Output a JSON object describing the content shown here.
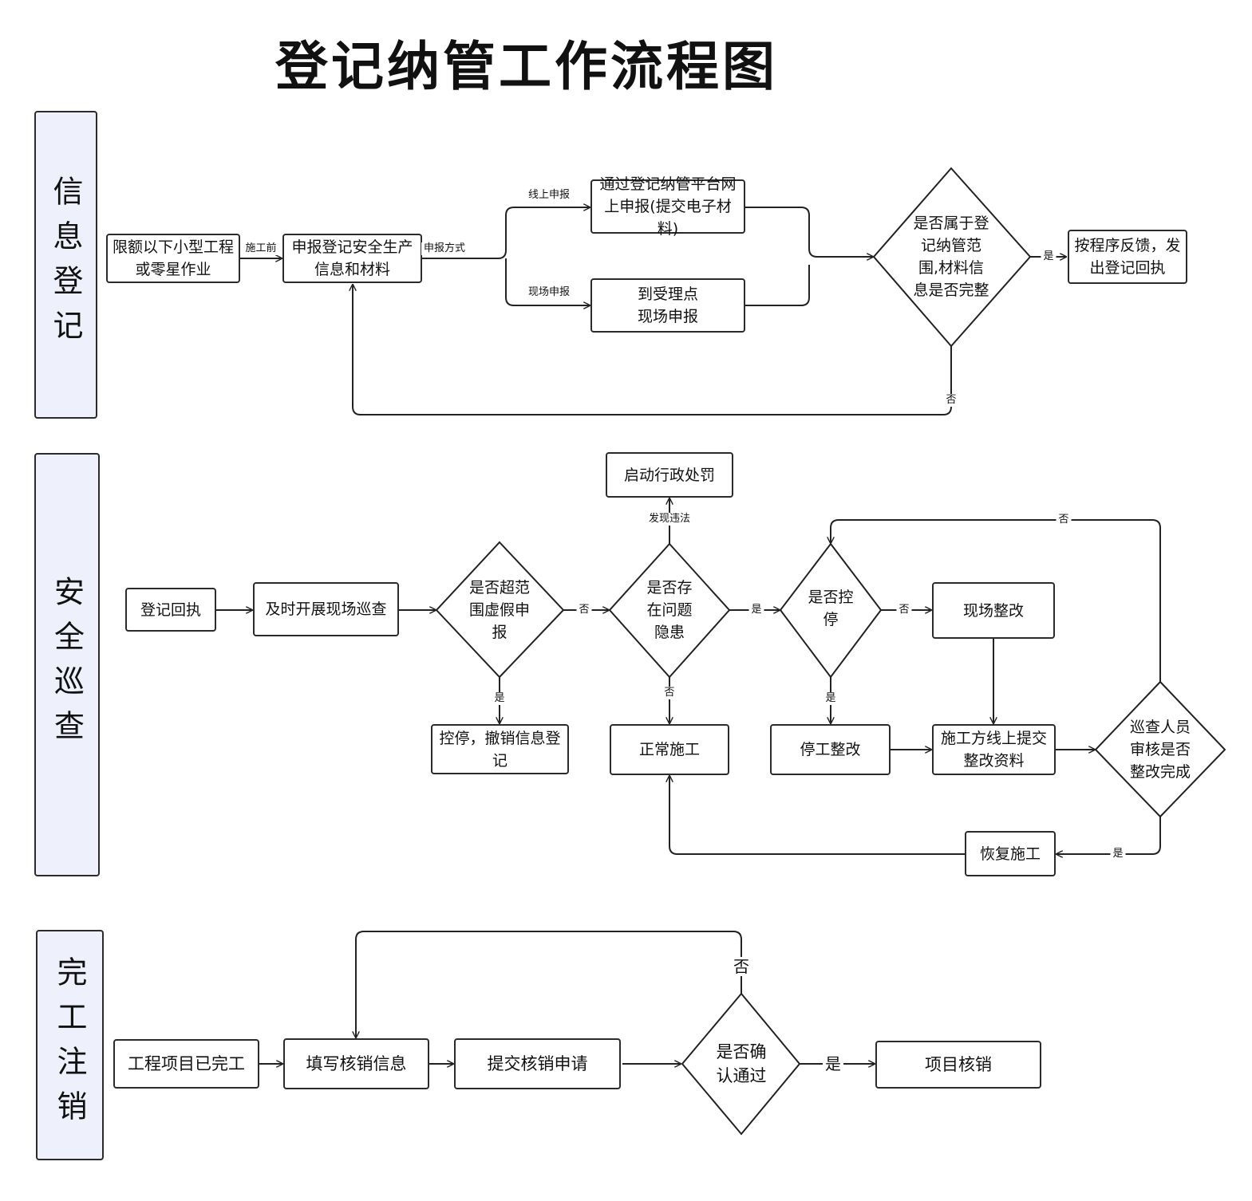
{
  "title": "登记纳管工作流程图",
  "lanes": {
    "registration": "信息登记",
    "inspection": "安全巡查",
    "cancellation": "完工注销"
  },
  "nodes": {
    "small_project": "限额以下小型工程\n或零星作业",
    "declare_info": "申报登记安全生产\n信息和材料",
    "online_submit": "通过登记纳管平台网\n上申报(提交电子材料)",
    "onsite_submit": "到受理点\n现场申报",
    "scope_check": "是否属于登\n记纳管范\n围,材料信\n息是否完整",
    "feedback_receipt": "按程序反馈，发\n出登记回执",
    "receipt": "登记回执",
    "patrol": "及时开展现场巡查",
    "false_report_check": "是否超范\n围虚假申\n报",
    "stop_revoke": "控停，撤销信息登\n记",
    "admin_penalty": "启动行政处罚",
    "hazard_check": "是否存\n在问题\n隐患",
    "normal_construction": "正常施工",
    "stop_check": "是否控\n停",
    "onsite_rectify": "现场整改",
    "stop_rectify": "停工整改",
    "submit_rectify_docs": "施工方线上提交\n整改资料",
    "review_check": "巡查人员\n审核是否\n整改完成",
    "resume": "恢复施工",
    "project_done": "工程项目已完工",
    "fill_cancel_info": "填写核销信息",
    "submit_cancel": "提交核销申请",
    "confirm_check": "是否确\n认通过",
    "project_cancel": "项目核销"
  },
  "edges": {
    "before_construction": "施工前",
    "declare_method": "申报方式",
    "online": "线上申报",
    "onsite": "现场申报",
    "yes": "是",
    "no": "否",
    "found_violation": "发现违法"
  }
}
